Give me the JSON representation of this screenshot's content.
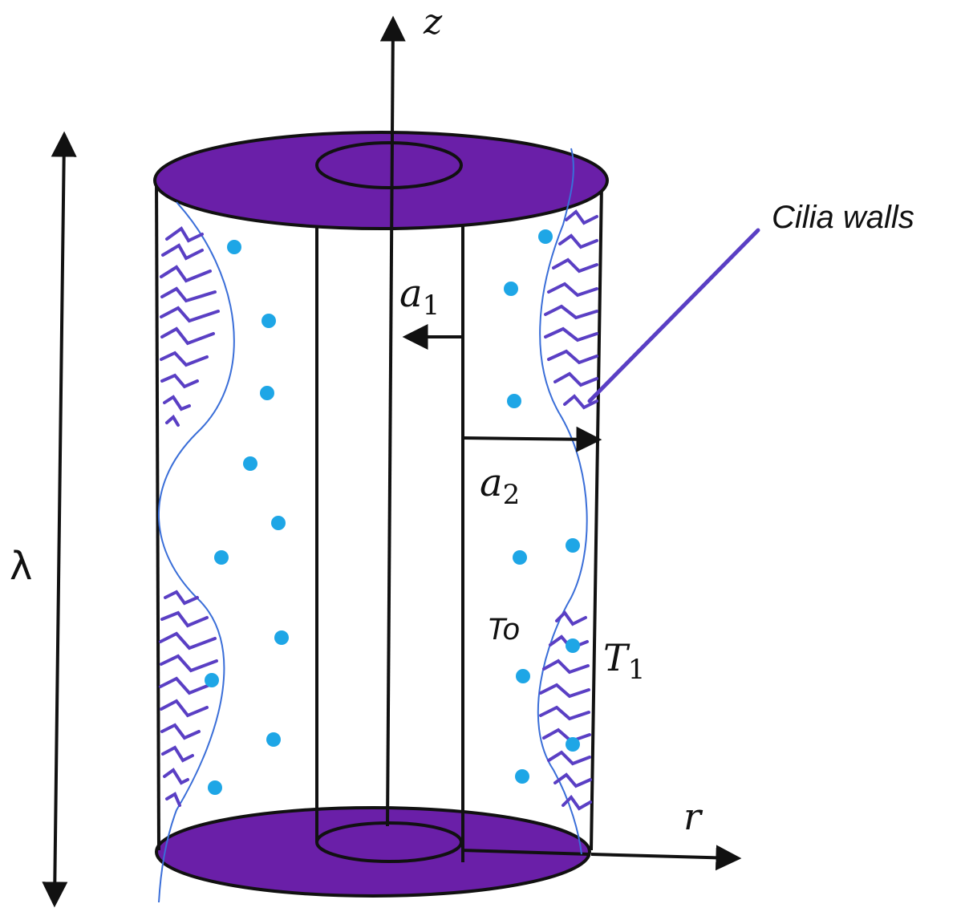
{
  "labels": {
    "z_axis": "z",
    "r_axis": "r",
    "wavelength": "λ",
    "cilia_walls": "Cilia walls",
    "a1_base": "a",
    "a1_sub": "1",
    "a2_base": "a",
    "a2_sub": "2",
    "t0": "To",
    "t1_base": "T",
    "t1_sub": "1"
  },
  "colors": {
    "disk_fill": "#6a1fa8",
    "cilia_stroke": "#5a3fc4",
    "particle_fill": "#1ea6e6",
    "wave_stroke": "#3a6ed8",
    "line_stroke": "#111111",
    "pointer_stroke": "#5a3fc4"
  }
}
